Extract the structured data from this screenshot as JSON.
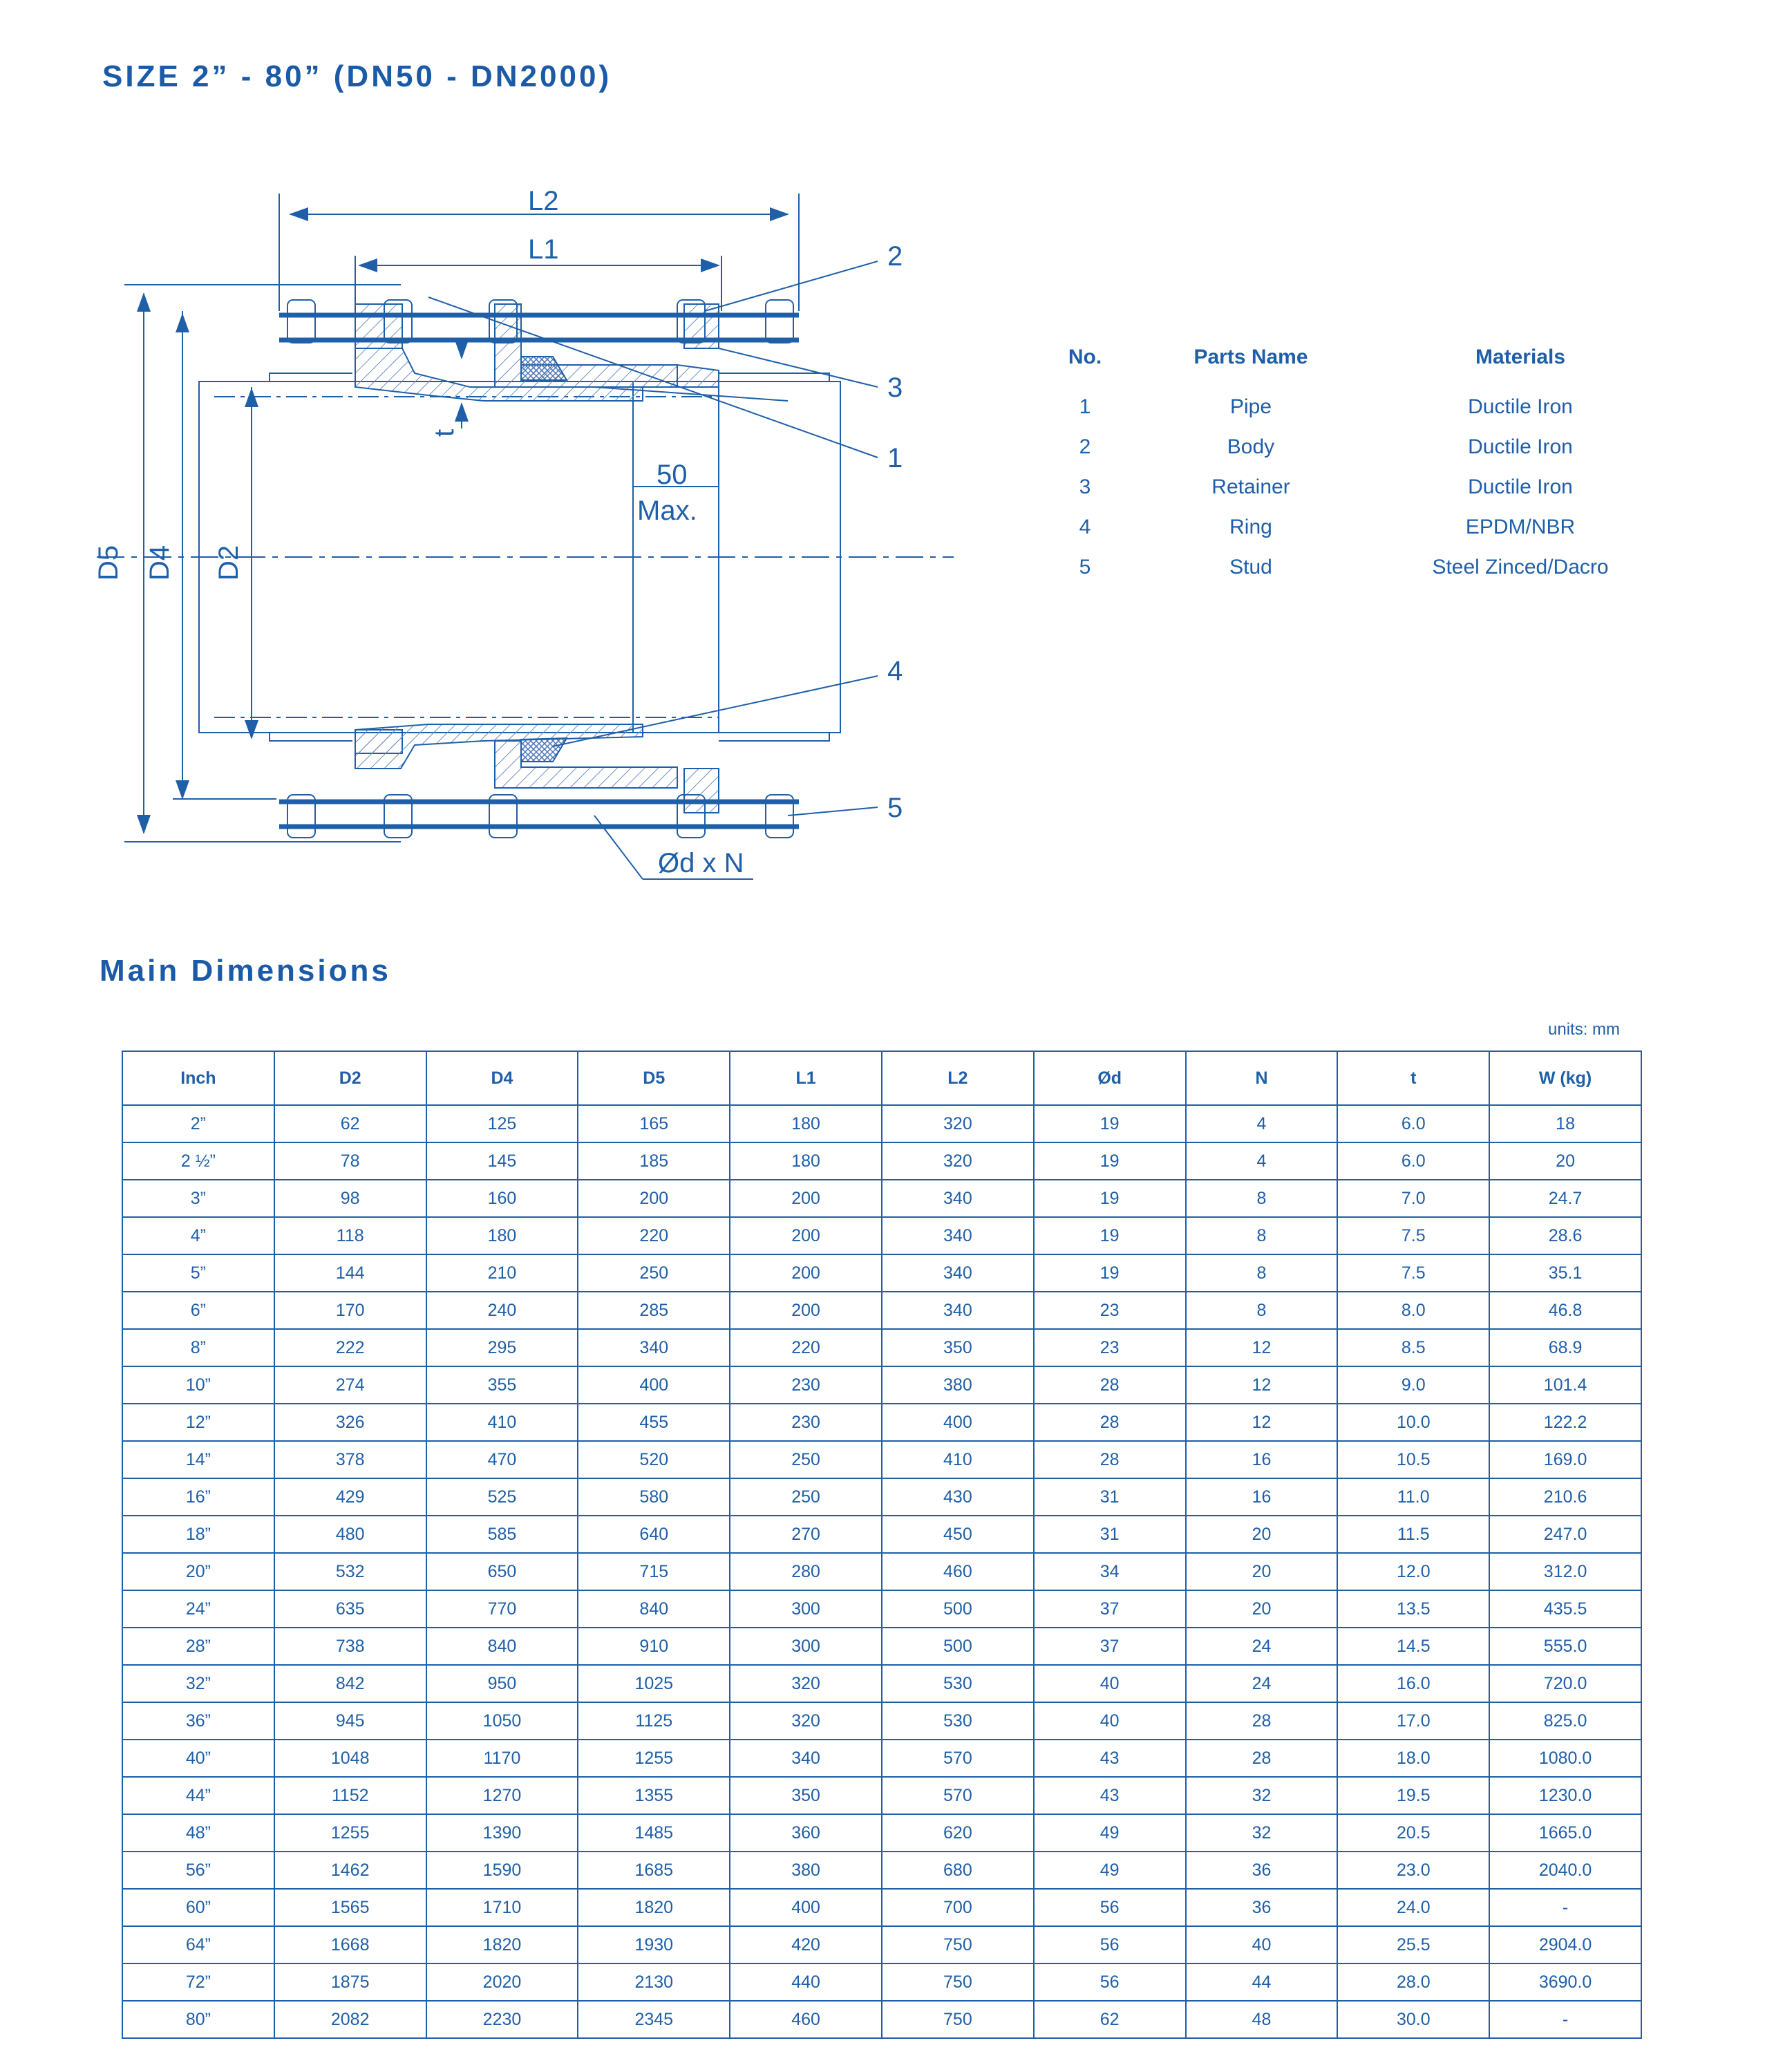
{
  "page": {
    "title": "SIZE 2” - 80” (DN50 - DN2000)",
    "section_title": "Main Dimensions",
    "units": "units: mm"
  },
  "drawing": {
    "labels": {
      "L2": "L2",
      "L1": "L1",
      "D5": "D5",
      "D4": "D4",
      "D2": "D2",
      "t": "t",
      "gap_value": "50",
      "gap_note": "Max.",
      "bolt": "Ød x N",
      "callouts": [
        "2",
        "3",
        "1",
        "4",
        "5"
      ]
    },
    "colors": {
      "line": "#1f5fa8",
      "rod": "#1f5fa8",
      "hatch": "#6a8fc4"
    }
  },
  "parts_table": {
    "headers": [
      "No.",
      "Parts Name",
      "Materials"
    ],
    "rows": [
      [
        "1",
        "Pipe",
        "Ductile Iron"
      ],
      [
        "2",
        "Body",
        "Ductile Iron"
      ],
      [
        "3",
        "Retainer",
        "Ductile Iron"
      ],
      [
        "4",
        "Ring",
        "EPDM/NBR"
      ],
      [
        "5",
        "Stud",
        "Steel Zinced/Dacro"
      ]
    ]
  },
  "dimensions_table": {
    "headers": [
      "Inch",
      "D2",
      "D4",
      "D5",
      "L1",
      "L2",
      "Ød",
      "N",
      "t",
      "W (kg)"
    ],
    "rows": [
      [
        "2”",
        "62",
        "125",
        "165",
        "180",
        "320",
        "19",
        "4",
        "6.0",
        "18"
      ],
      [
        "2 ½”",
        "78",
        "145",
        "185",
        "180",
        "320",
        "19",
        "4",
        "6.0",
        "20"
      ],
      [
        "3”",
        "98",
        "160",
        "200",
        "200",
        "340",
        "19",
        "8",
        "7.0",
        "24.7"
      ],
      [
        "4”",
        "118",
        "180",
        "220",
        "200",
        "340",
        "19",
        "8",
        "7.5",
        "28.6"
      ],
      [
        "5”",
        "144",
        "210",
        "250",
        "200",
        "340",
        "19",
        "8",
        "7.5",
        "35.1"
      ],
      [
        "6”",
        "170",
        "240",
        "285",
        "200",
        "340",
        "23",
        "8",
        "8.0",
        "46.8"
      ],
      [
        "8”",
        "222",
        "295",
        "340",
        "220",
        "350",
        "23",
        "12",
        "8.5",
        "68.9"
      ],
      [
        "10”",
        "274",
        "355",
        "400",
        "230",
        "380",
        "28",
        "12",
        "9.0",
        "101.4"
      ],
      [
        "12”",
        "326",
        "410",
        "455",
        "230",
        "400",
        "28",
        "12",
        "10.0",
        "122.2"
      ],
      [
        "14”",
        "378",
        "470",
        "520",
        "250",
        "410",
        "28",
        "16",
        "10.5",
        "169.0"
      ],
      [
        "16”",
        "429",
        "525",
        "580",
        "250",
        "430",
        "31",
        "16",
        "11.0",
        "210.6"
      ],
      [
        "18”",
        "480",
        "585",
        "640",
        "270",
        "450",
        "31",
        "20",
        "11.5",
        "247.0"
      ],
      [
        "20”",
        "532",
        "650",
        "715",
        "280",
        "460",
        "34",
        "20",
        "12.0",
        "312.0"
      ],
      [
        "24”",
        "635",
        "770",
        "840",
        "300",
        "500",
        "37",
        "20",
        "13.5",
        "435.5"
      ],
      [
        "28”",
        "738",
        "840",
        "910",
        "300",
        "500",
        "37",
        "24",
        "14.5",
        "555.0"
      ],
      [
        "32”",
        "842",
        "950",
        "1025",
        "320",
        "530",
        "40",
        "24",
        "16.0",
        "720.0"
      ],
      [
        "36”",
        "945",
        "1050",
        "1125",
        "320",
        "530",
        "40",
        "28",
        "17.0",
        "825.0"
      ],
      [
        "40”",
        "1048",
        "1170",
        "1255",
        "340",
        "570",
        "43",
        "28",
        "18.0",
        "1080.0"
      ],
      [
        "44”",
        "1152",
        "1270",
        "1355",
        "350",
        "570",
        "43",
        "32",
        "19.5",
        "1230.0"
      ],
      [
        "48”",
        "1255",
        "1390",
        "1485",
        "360",
        "620",
        "49",
        "32",
        "20.5",
        "1665.0"
      ],
      [
        "56”",
        "1462",
        "1590",
        "1685",
        "380",
        "680",
        "49",
        "36",
        "23.0",
        "2040.0"
      ],
      [
        "60”",
        "1565",
        "1710",
        "1820",
        "400",
        "700",
        "56",
        "36",
        "24.0",
        "-"
      ],
      [
        "64”",
        "1668",
        "1820",
        "1930",
        "420",
        "750",
        "56",
        "40",
        "25.5",
        "2904.0"
      ],
      [
        "72”",
        "1875",
        "2020",
        "2130",
        "440",
        "750",
        "56",
        "44",
        "28.0",
        "3690.0"
      ],
      [
        "80”",
        "2082",
        "2230",
        "2345",
        "460",
        "750",
        "62",
        "48",
        "30.0",
        "-"
      ]
    ]
  }
}
